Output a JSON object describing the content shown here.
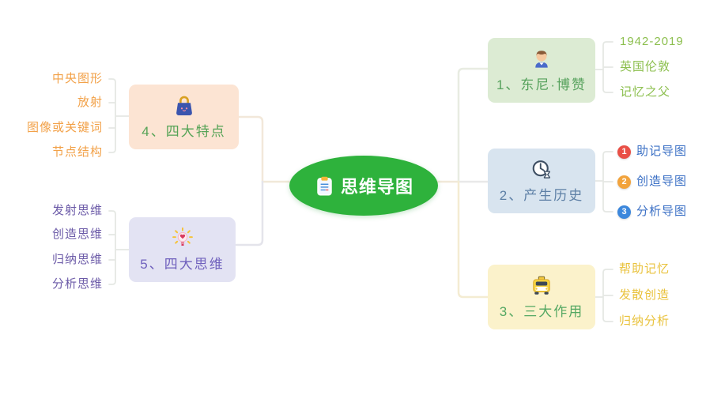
{
  "center": {
    "label": "思维导图",
    "bg_color": "#2eb23c",
    "text_color": "#ffffff",
    "icon": "clipboard-icon"
  },
  "branches": [
    {
      "label": "1、东尼·博赞",
      "icon": "person-icon",
      "bg_color": "#dcebd3",
      "text_color": "#57a25d",
      "child_text_color": "#8cbf4e",
      "children": [
        {
          "label": "1942-2019"
        },
        {
          "label": "英国伦敦"
        },
        {
          "label": "记忆之父"
        }
      ]
    },
    {
      "label": "2、产生历史",
      "icon": "clock-icon",
      "bg_color": "#d8e4ef",
      "text_color": "#5e80a6",
      "child_text_color": "#3b70c5",
      "children": [
        {
          "badge": "1",
          "badge_color": "#e94f46",
          "label": "助记导图"
        },
        {
          "badge": "2",
          "badge_color": "#f2a33c",
          "label": "创造导图"
        },
        {
          "badge": "3",
          "badge_color": "#3c87dc",
          "label": "分析导图"
        }
      ]
    },
    {
      "label": "3、三大作用",
      "icon": "taxi-icon",
      "bg_color": "#fbf2cb",
      "text_color": "#55a863",
      "child_text_color": "#e9c23c",
      "children": [
        {
          "label": "帮助记忆"
        },
        {
          "label": "发散创造"
        },
        {
          "label": "归纳分析"
        }
      ]
    },
    {
      "label": "4、四大特点",
      "icon": "handbag-icon",
      "bg_color": "#fce4d3",
      "text_color": "#55a356",
      "child_text_color": "#f2a148",
      "children": [
        {
          "label": "中央图形"
        },
        {
          "label": "放射"
        },
        {
          "label": "图像或关键词"
        },
        {
          "label": "节点结构"
        }
      ]
    },
    {
      "label": "5、四大思维",
      "icon": "bulb-icon",
      "bg_color": "#e3e3f3",
      "text_color": "#6f60bd",
      "child_text_color": "#6c5ba8",
      "children": [
        {
          "label": "发射思维"
        },
        {
          "label": "创造思维"
        },
        {
          "label": "归纳思维"
        },
        {
          "label": "分析思维"
        }
      ]
    }
  ],
  "connectors": {
    "left_center": "#f1e9d9",
    "left_top": "#f2e8da",
    "left_bottom": "#e4e4eb",
    "right_center_a": "#f1e9d9",
    "right_center_b": "#e9e9e9",
    "right_top": "#e8ece2",
    "right_bottom": "#f4ecd2",
    "sub_bracket": "#e5e8e4"
  }
}
